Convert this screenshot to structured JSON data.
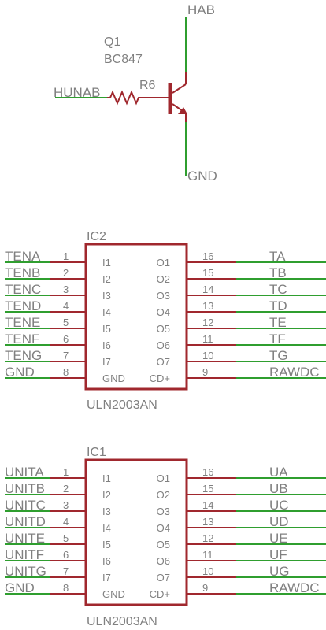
{
  "colors": {
    "net": "#2f9e2f",
    "part": "#a0282e",
    "label": "#808080"
  },
  "transistor": {
    "ref": "Q1",
    "value": "BC847",
    "resistor_ref": "R6",
    "collector_net": "HAB",
    "base_net": "HUNAB",
    "emitter_net": "GND"
  },
  "ic2": {
    "ref": "IC2",
    "value": "ULN2003AN",
    "left_pins": [
      {
        "net": "TENA",
        "num": "1",
        "name": "I1"
      },
      {
        "net": "TENB",
        "num": "2",
        "name": "I2"
      },
      {
        "net": "TENC",
        "num": "3",
        "name": "I3"
      },
      {
        "net": "TEND",
        "num": "4",
        "name": "I4"
      },
      {
        "net": "TENE",
        "num": "5",
        "name": "I5"
      },
      {
        "net": "TENF",
        "num": "6",
        "name": "I6"
      },
      {
        "net": "TENG",
        "num": "7",
        "name": "I7"
      },
      {
        "net": "GND",
        "num": "8",
        "name": "GND"
      }
    ],
    "right_pins": [
      {
        "net": "TA",
        "num": "16",
        "name": "O1"
      },
      {
        "net": "TB",
        "num": "15",
        "name": "O2"
      },
      {
        "net": "TC",
        "num": "14",
        "name": "O3"
      },
      {
        "net": "TD",
        "num": "13",
        "name": "O4"
      },
      {
        "net": "TE",
        "num": "12",
        "name": "O5"
      },
      {
        "net": "TF",
        "num": "11",
        "name": "O6"
      },
      {
        "net": "TG",
        "num": "10",
        "name": "O7"
      },
      {
        "net": "RAWDC",
        "num": "9",
        "name": "CD+"
      }
    ]
  },
  "ic1": {
    "ref": "IC1",
    "value": "ULN2003AN",
    "left_pins": [
      {
        "net": "UNITA",
        "num": "1",
        "name": "I1"
      },
      {
        "net": "UNITB",
        "num": "2",
        "name": "I2"
      },
      {
        "net": "UNITC",
        "num": "3",
        "name": "I3"
      },
      {
        "net": "UNITD",
        "num": "4",
        "name": "I4"
      },
      {
        "net": "UNITE",
        "num": "5",
        "name": "I5"
      },
      {
        "net": "UNITF",
        "num": "6",
        "name": "I6"
      },
      {
        "net": "UNITG",
        "num": "7",
        "name": "I7"
      },
      {
        "net": "GND",
        "num": "8",
        "name": "GND"
      }
    ],
    "right_pins": [
      {
        "net": "UA",
        "num": "16",
        "name": "O1"
      },
      {
        "net": "UB",
        "num": "15",
        "name": "O2"
      },
      {
        "net": "UC",
        "num": "14",
        "name": "O3"
      },
      {
        "net": "UD",
        "num": "13",
        "name": "O4"
      },
      {
        "net": "UE",
        "num": "12",
        "name": "O5"
      },
      {
        "net": "UF",
        "num": "11",
        "name": "O6"
      },
      {
        "net": "UG",
        "num": "10",
        "name": "O7"
      },
      {
        "net": "RAWDC",
        "num": "9",
        "name": "CD+"
      }
    ]
  }
}
